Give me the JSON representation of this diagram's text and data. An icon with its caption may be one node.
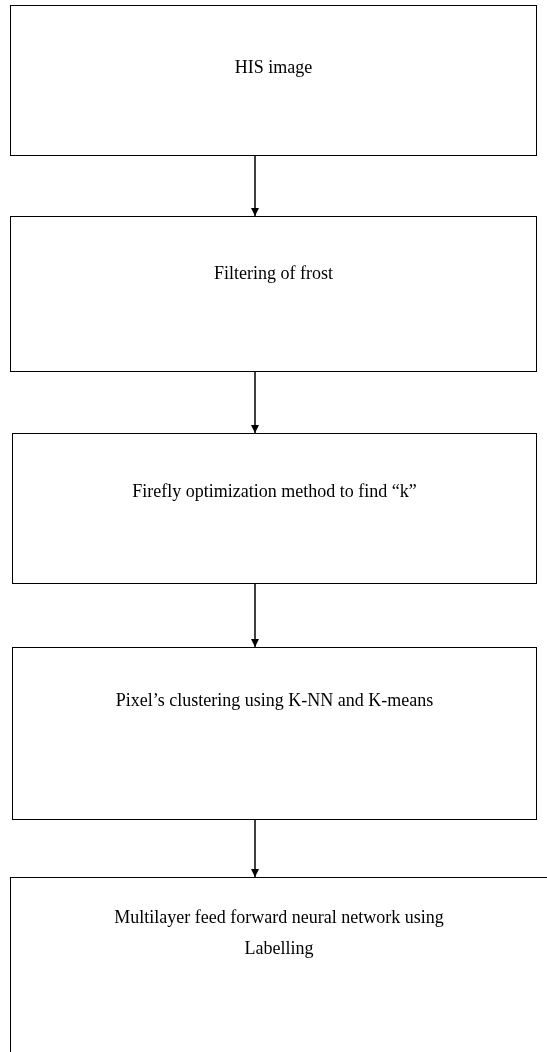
{
  "diagram": {
    "nodes": [
      {
        "text": [
          "HIS image"
        ]
      },
      {
        "text": [
          "Filtering of frost"
        ]
      },
      {
        "text": [
          "Firefly optimization method to find “k”"
        ]
      },
      {
        "text": [
          "Pixel’s clustering using K-NN and K-means"
        ]
      },
      {
        "text": [
          "Multilayer feed forward neural network using Labelling"
        ]
      }
    ],
    "edges": [
      {
        "from": 0,
        "to": 1,
        "arrow": "to"
      },
      {
        "from": 1,
        "to": 2,
        "arrow": "to"
      },
      {
        "from": 2,
        "to": 3,
        "arrow": "to"
      },
      {
        "from": 3,
        "to": 4,
        "arrow": "to"
      }
    ]
  }
}
